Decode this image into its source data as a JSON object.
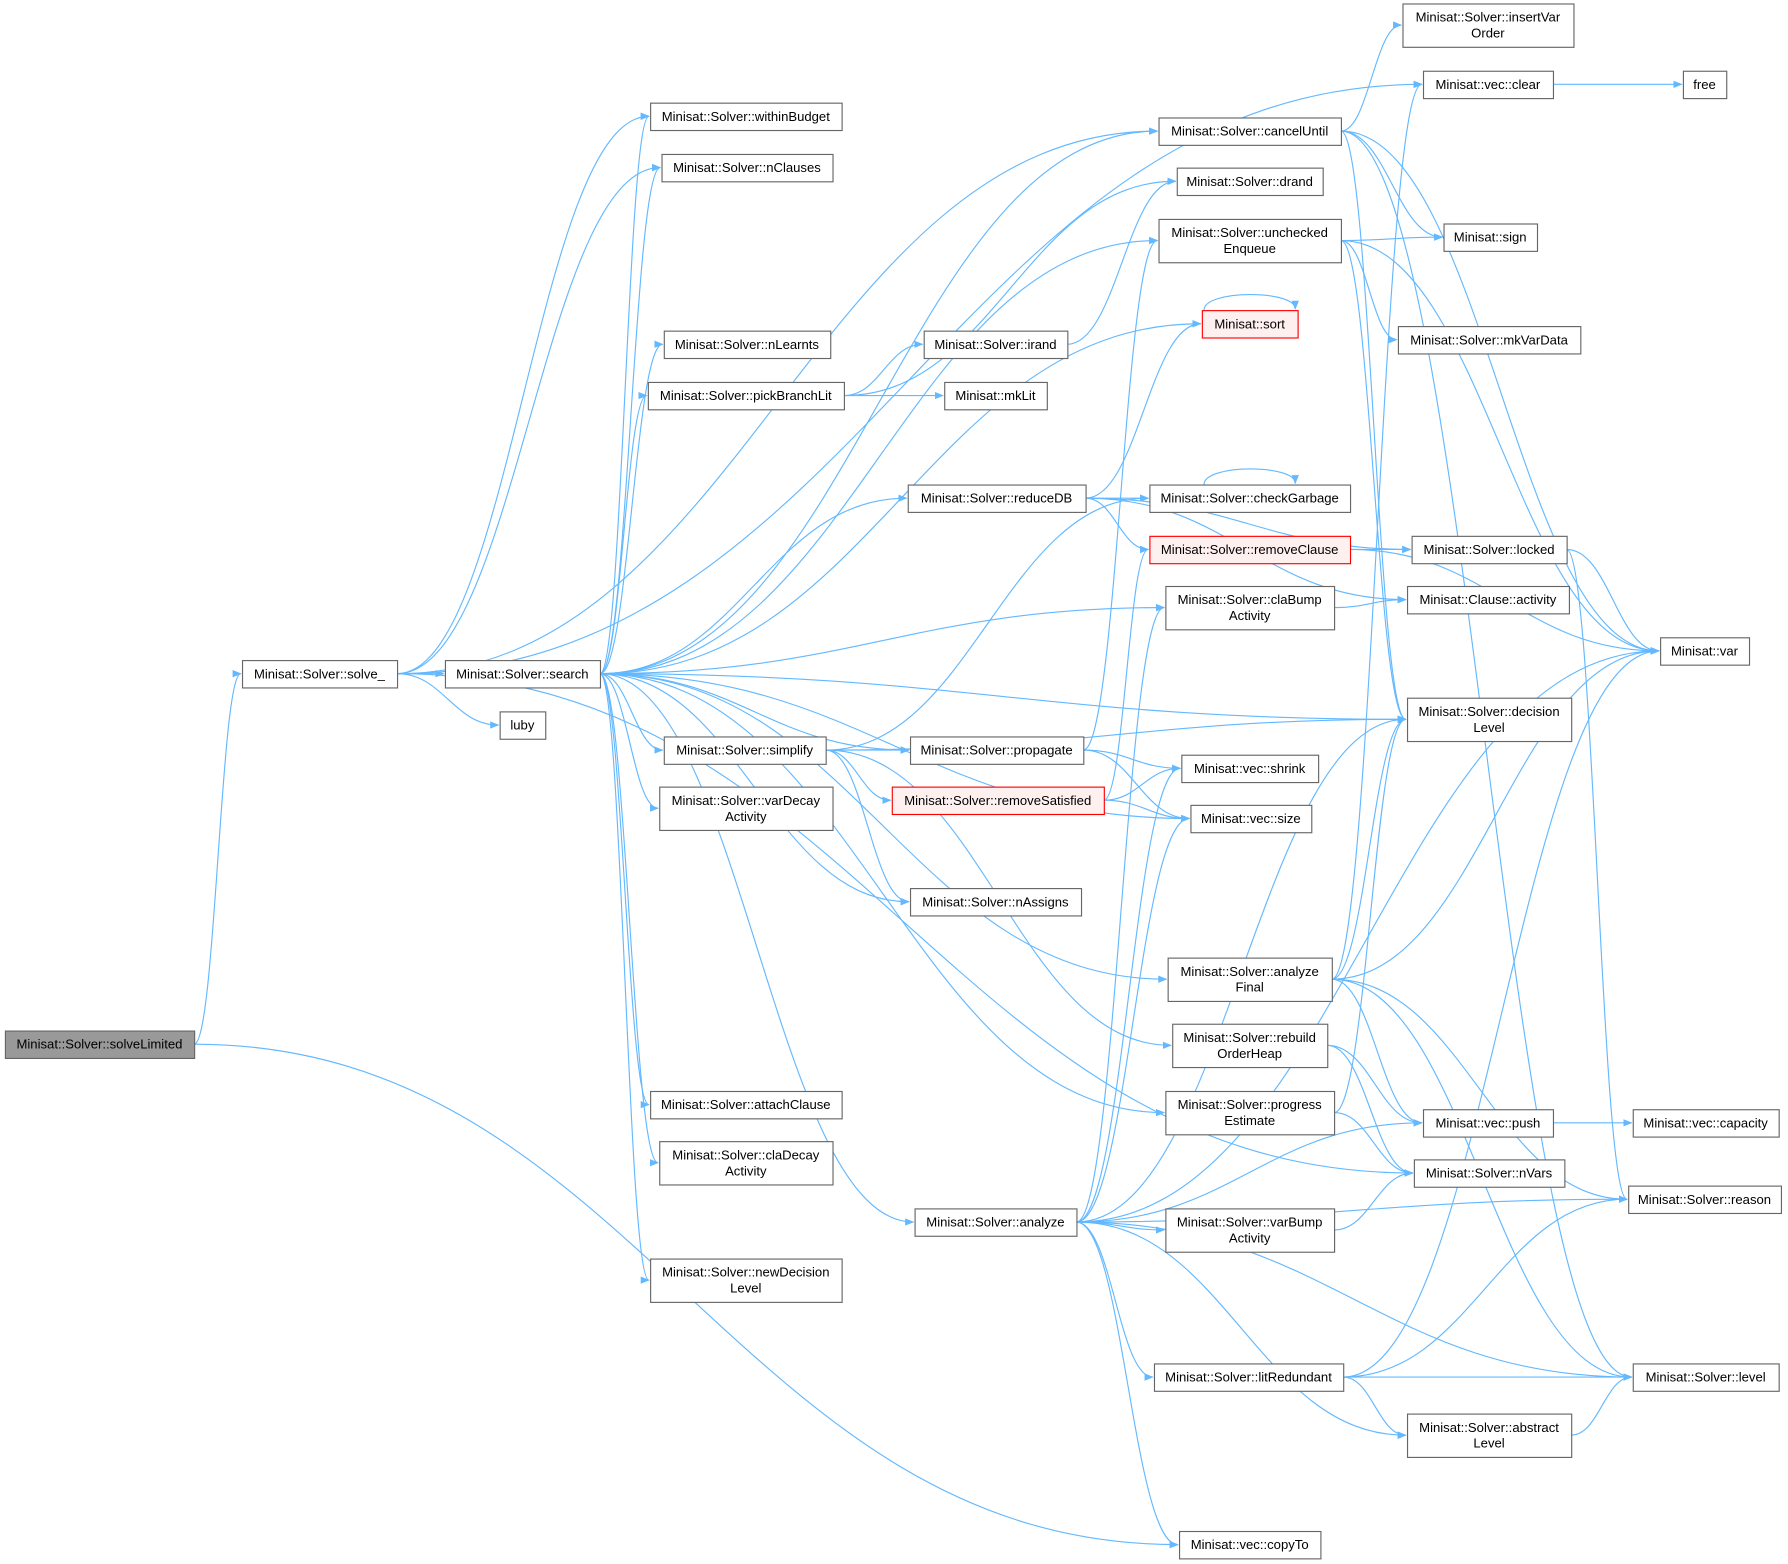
{
  "title": "Minisat::Solver::solveLimited call graph",
  "colors": {
    "edge": "#63b8ff",
    "root_fill": "#999999",
    "node_border": "#666666",
    "red_border": "#ff0000",
    "red_fill": "#fff0f0"
  },
  "nodes": [
    {
      "id": "solveLimited",
      "label": [
        "Minisat::Solver::solveLimited"
      ],
      "style": "root"
    },
    {
      "id": "solve_",
      "label": [
        "Minisat::Solver::solve_"
      ],
      "style": "normal"
    },
    {
      "id": "search",
      "label": [
        "Minisat::Solver::search"
      ],
      "style": "normal"
    },
    {
      "id": "luby",
      "label": [
        "luby"
      ],
      "style": "normal"
    },
    {
      "id": "withinBudget",
      "label": [
        "Minisat::Solver::withinBudget"
      ],
      "style": "normal"
    },
    {
      "id": "nClauses",
      "label": [
        "Minisat::Solver::nClauses"
      ],
      "style": "normal"
    },
    {
      "id": "nLearnts",
      "label": [
        "Minisat::Solver::nLearnts"
      ],
      "style": "normal"
    },
    {
      "id": "pickBranchLit",
      "label": [
        "Minisat::Solver::pickBranchLit"
      ],
      "style": "normal"
    },
    {
      "id": "simplify",
      "label": [
        "Minisat::Solver::simplify"
      ],
      "style": "normal"
    },
    {
      "id": "varDecayActivity",
      "label": [
        "Minisat::Solver::varDecay",
        "Activity"
      ],
      "style": "normal"
    },
    {
      "id": "attachClause",
      "label": [
        "Minisat::Solver::attachClause"
      ],
      "style": "normal"
    },
    {
      "id": "claDecayActivity",
      "label": [
        "Minisat::Solver::claDecay",
        "Activity"
      ],
      "style": "normal"
    },
    {
      "id": "newDecisionLevel",
      "label": [
        "Minisat::Solver::newDecision",
        "Level"
      ],
      "style": "normal"
    },
    {
      "id": "insertVarOrder",
      "label": [
        "Minisat::Solver::insertVar",
        "Order"
      ],
      "style": "normal"
    },
    {
      "id": "vecClear",
      "label": [
        "Minisat::vec::clear"
      ],
      "style": "normal"
    },
    {
      "id": "free",
      "label": [
        "free"
      ],
      "style": "normal"
    },
    {
      "id": "cancelUntil",
      "label": [
        "Minisat::Solver::cancelUntil"
      ],
      "style": "normal"
    },
    {
      "id": "drand",
      "label": [
        "Minisat::Solver::drand"
      ],
      "style": "normal"
    },
    {
      "id": "uncheckedEnqueue",
      "label": [
        "Minisat::Solver::unchecked",
        "Enqueue"
      ],
      "style": "normal"
    },
    {
      "id": "sign",
      "label": [
        "Minisat::sign"
      ],
      "style": "normal"
    },
    {
      "id": "mkVarData",
      "label": [
        "Minisat::Solver::mkVarData"
      ],
      "style": "normal"
    },
    {
      "id": "irand",
      "label": [
        "Minisat::Solver::irand"
      ],
      "style": "normal"
    },
    {
      "id": "mkLit",
      "label": [
        "Minisat::mkLit"
      ],
      "style": "normal"
    },
    {
      "id": "sort",
      "label": [
        "Minisat::sort"
      ],
      "style": "red"
    },
    {
      "id": "reduceDB",
      "label": [
        "Minisat::Solver::reduceDB"
      ],
      "style": "normal"
    },
    {
      "id": "checkGarbage",
      "label": [
        "Minisat::Solver::checkGarbage"
      ],
      "style": "normal"
    },
    {
      "id": "removeClause",
      "label": [
        "Minisat::Solver::removeClause"
      ],
      "style": "red"
    },
    {
      "id": "locked",
      "label": [
        "Minisat::Solver::locked"
      ],
      "style": "normal"
    },
    {
      "id": "clauseActivity",
      "label": [
        "Minisat::Clause::activity"
      ],
      "style": "normal"
    },
    {
      "id": "claBumpActivity",
      "label": [
        "Minisat::Solver::claBump",
        "Activity"
      ],
      "style": "normal"
    },
    {
      "id": "var",
      "label": [
        "Minisat::var"
      ],
      "style": "normal"
    },
    {
      "id": "decisionLevel",
      "label": [
        "Minisat::Solver::decision",
        "Level"
      ],
      "style": "normal"
    },
    {
      "id": "propagate",
      "label": [
        "Minisat::Solver::propagate"
      ],
      "style": "normal"
    },
    {
      "id": "shrink",
      "label": [
        "Minisat::vec::shrink"
      ],
      "style": "normal"
    },
    {
      "id": "removeSatisfied",
      "label": [
        "Minisat::Solver::removeSatisfied"
      ],
      "style": "red"
    },
    {
      "id": "vecSize",
      "label": [
        "Minisat::vec::size"
      ],
      "style": "normal"
    },
    {
      "id": "nAssigns",
      "label": [
        "Minisat::Solver::nAssigns"
      ],
      "style": "normal"
    },
    {
      "id": "analyzeFinal",
      "label": [
        "Minisat::Solver::analyze",
        "Final"
      ],
      "style": "normal"
    },
    {
      "id": "rebuildOrderHeap",
      "label": [
        "Minisat::Solver::rebuild",
        "OrderHeap"
      ],
      "style": "normal"
    },
    {
      "id": "progressEstimate",
      "label": [
        "Minisat::Solver::progress",
        "Estimate"
      ],
      "style": "normal"
    },
    {
      "id": "vecPush",
      "label": [
        "Minisat::vec::push"
      ],
      "style": "normal"
    },
    {
      "id": "capacity",
      "label": [
        "Minisat::vec::capacity"
      ],
      "style": "normal"
    },
    {
      "id": "nVars",
      "label": [
        "Minisat::Solver::nVars"
      ],
      "style": "normal"
    },
    {
      "id": "reason",
      "label": [
        "Minisat::Solver::reason"
      ],
      "style": "normal"
    },
    {
      "id": "analyze",
      "label": [
        "Minisat::Solver::analyze"
      ],
      "style": "normal"
    },
    {
      "id": "varBumpActivity",
      "label": [
        "Minisat::Solver::varBump",
        "Activity"
      ],
      "style": "normal"
    },
    {
      "id": "litRedundant",
      "label": [
        "Minisat::Solver::litRedundant"
      ],
      "style": "normal"
    },
    {
      "id": "level",
      "label": [
        "Minisat::Solver::level"
      ],
      "style": "normal"
    },
    {
      "id": "abstractLevel",
      "label": [
        "Minisat::Solver::abstract",
        "Level"
      ],
      "style": "normal"
    },
    {
      "id": "copyTo",
      "label": [
        "Minisat::vec::copyTo"
      ],
      "style": "normal"
    }
  ],
  "edges": [
    [
      "solveLimited",
      "solve_"
    ],
    [
      "solveLimited",
      "copyTo"
    ],
    [
      "solve_",
      "search"
    ],
    [
      "solve_",
      "luby"
    ],
    [
      "solve_",
      "withinBudget"
    ],
    [
      "solve_",
      "nClauses"
    ],
    [
      "solve_",
      "cancelUntil"
    ],
    [
      "solve_",
      "vecClear"
    ],
    [
      "solve_",
      "nVars"
    ],
    [
      "search",
      "withinBudget"
    ],
    [
      "search",
      "nClauses"
    ],
    [
      "search",
      "nLearnts"
    ],
    [
      "search",
      "pickBranchLit"
    ],
    [
      "search",
      "cancelUntil"
    ],
    [
      "search",
      "sort"
    ],
    [
      "search",
      "reduceDB"
    ],
    [
      "search",
      "claBumpActivity"
    ],
    [
      "search",
      "decisionLevel"
    ],
    [
      "search",
      "propagate"
    ],
    [
      "search",
      "simplify"
    ],
    [
      "search",
      "varDecayActivity"
    ],
    [
      "search",
      "nAssigns"
    ],
    [
      "search",
      "vecSize"
    ],
    [
      "search",
      "analyzeFinal"
    ],
    [
      "search",
      "progressEstimate"
    ],
    [
      "search",
      "attachClause"
    ],
    [
      "search",
      "claDecayActivity"
    ],
    [
      "search",
      "analyze"
    ],
    [
      "search",
      "newDecisionLevel"
    ],
    [
      "search",
      "uncheckedEnqueue"
    ],
    [
      "pickBranchLit",
      "drand"
    ],
    [
      "pickBranchLit",
      "irand"
    ],
    [
      "pickBranchLit",
      "mkLit"
    ],
    [
      "irand",
      "drand"
    ],
    [
      "cancelUntil",
      "insertVarOrder"
    ],
    [
      "cancelUntil",
      "var"
    ],
    [
      "cancelUntil",
      "sign"
    ],
    [
      "cancelUntil",
      "decisionLevel"
    ],
    [
      "cancelUntil",
      "level"
    ],
    [
      "vecClear",
      "free"
    ],
    [
      "uncheckedEnqueue",
      "sign"
    ],
    [
      "uncheckedEnqueue",
      "mkVarData"
    ],
    [
      "uncheckedEnqueue",
      "var"
    ],
    [
      "uncheckedEnqueue",
      "decisionLevel"
    ],
    [
      "sort",
      "sort"
    ],
    [
      "reduceDB",
      "sort"
    ],
    [
      "reduceDB",
      "checkGarbage"
    ],
    [
      "reduceDB",
      "removeClause"
    ],
    [
      "reduceDB",
      "locked"
    ],
    [
      "reduceDB",
      "clauseActivity"
    ],
    [
      "checkGarbage",
      "checkGarbage"
    ],
    [
      "removeClause",
      "locked"
    ],
    [
      "removeClause",
      "var"
    ],
    [
      "locked",
      "var"
    ],
    [
      "locked",
      "reason"
    ],
    [
      "claBumpActivity",
      "clauseActivity"
    ],
    [
      "simplify",
      "decisionLevel"
    ],
    [
      "simplify",
      "propagate"
    ],
    [
      "simplify",
      "removeSatisfied"
    ],
    [
      "simplify",
      "checkGarbage"
    ],
    [
      "simplify",
      "nAssigns"
    ],
    [
      "simplify",
      "rebuildOrderHeap"
    ],
    [
      "propagate",
      "uncheckedEnqueue"
    ],
    [
      "propagate",
      "shrink"
    ],
    [
      "propagate",
      "vecSize"
    ],
    [
      "removeSatisfied",
      "removeClause"
    ],
    [
      "removeSatisfied",
      "shrink"
    ],
    [
      "removeSatisfied",
      "vecSize"
    ],
    [
      "analyzeFinal",
      "vecClear"
    ],
    [
      "analyzeFinal",
      "decisionLevel"
    ],
    [
      "analyzeFinal",
      "var"
    ],
    [
      "analyzeFinal",
      "vecPush"
    ],
    [
      "analyzeFinal",
      "reason"
    ],
    [
      "analyzeFinal",
      "level"
    ],
    [
      "rebuildOrderHeap",
      "vecPush"
    ],
    [
      "rebuildOrderHeap",
      "nVars"
    ],
    [
      "progressEstimate",
      "decisionLevel"
    ],
    [
      "progressEstimate",
      "nVars"
    ],
    [
      "vecPush",
      "capacity"
    ],
    [
      "varBumpActivity",
      "nVars"
    ],
    [
      "analyze",
      "claBumpActivity"
    ],
    [
      "analyze",
      "decisionLevel"
    ],
    [
      "analyze",
      "var"
    ],
    [
      "analyze",
      "shrink"
    ],
    [
      "analyze",
      "vecSize"
    ],
    [
      "analyze",
      "vecPush"
    ],
    [
      "analyze",
      "varBumpActivity"
    ],
    [
      "analyze",
      "reason"
    ],
    [
      "analyze",
      "litRedundant"
    ],
    [
      "analyze",
      "abstractLevel"
    ],
    [
      "analyze",
      "level"
    ],
    [
      "analyze",
      "copyTo"
    ],
    [
      "litRedundant",
      "var"
    ],
    [
      "litRedundant",
      "reason"
    ],
    [
      "litRedundant",
      "level"
    ],
    [
      "litRedundant",
      "abstractLevel"
    ],
    [
      "abstractLevel",
      "level"
    ]
  ]
}
